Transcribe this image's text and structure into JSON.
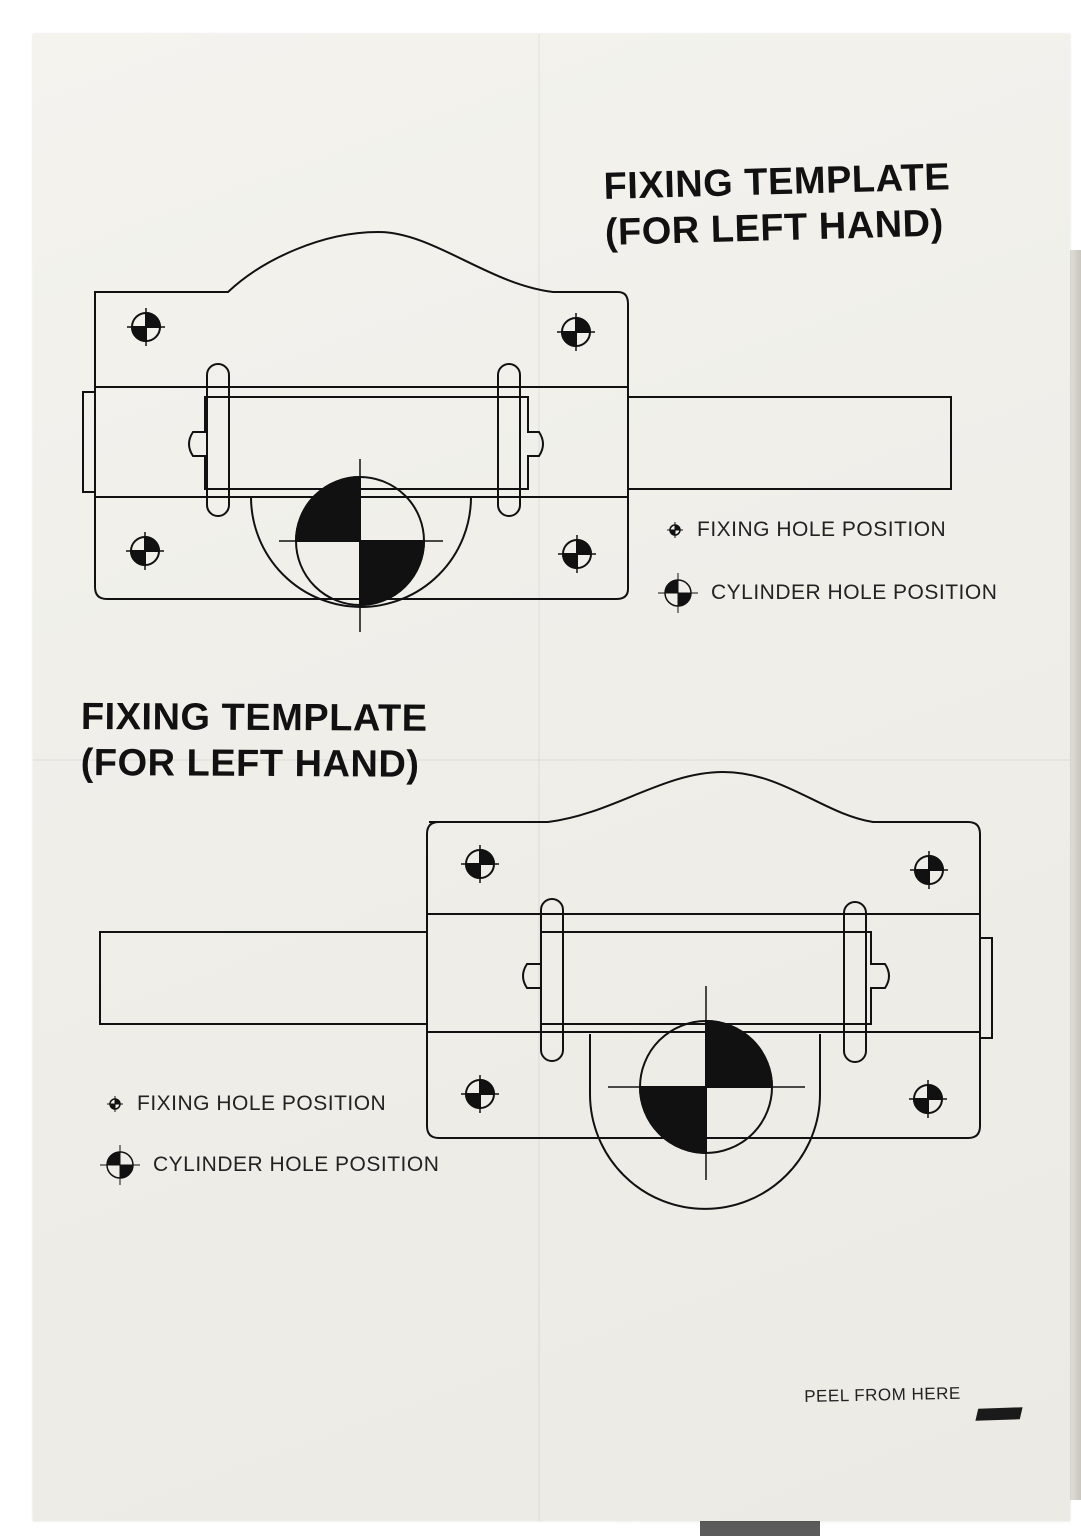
{
  "template_top": {
    "title_line1": "FIXING TEMPLATE",
    "title_line2": "(FOR LEFT HAND)",
    "legend_fixing": "FIXING HOLE POSITION",
    "legend_cylinder": "CYLINDER HOLE POSITION"
  },
  "template_bottom": {
    "title_line1": "FIXING TEMPLATE",
    "title_line2": "(FOR LEFT HAND)",
    "legend_fixing": "FIXING HOLE POSITION",
    "legend_cylinder": "CYLINDER HOLE POSITION"
  },
  "peel_label": "PEEL FROM HERE",
  "colors": {
    "paper": "#efeee9",
    "ink": "#111111",
    "background": "#ffffff"
  }
}
